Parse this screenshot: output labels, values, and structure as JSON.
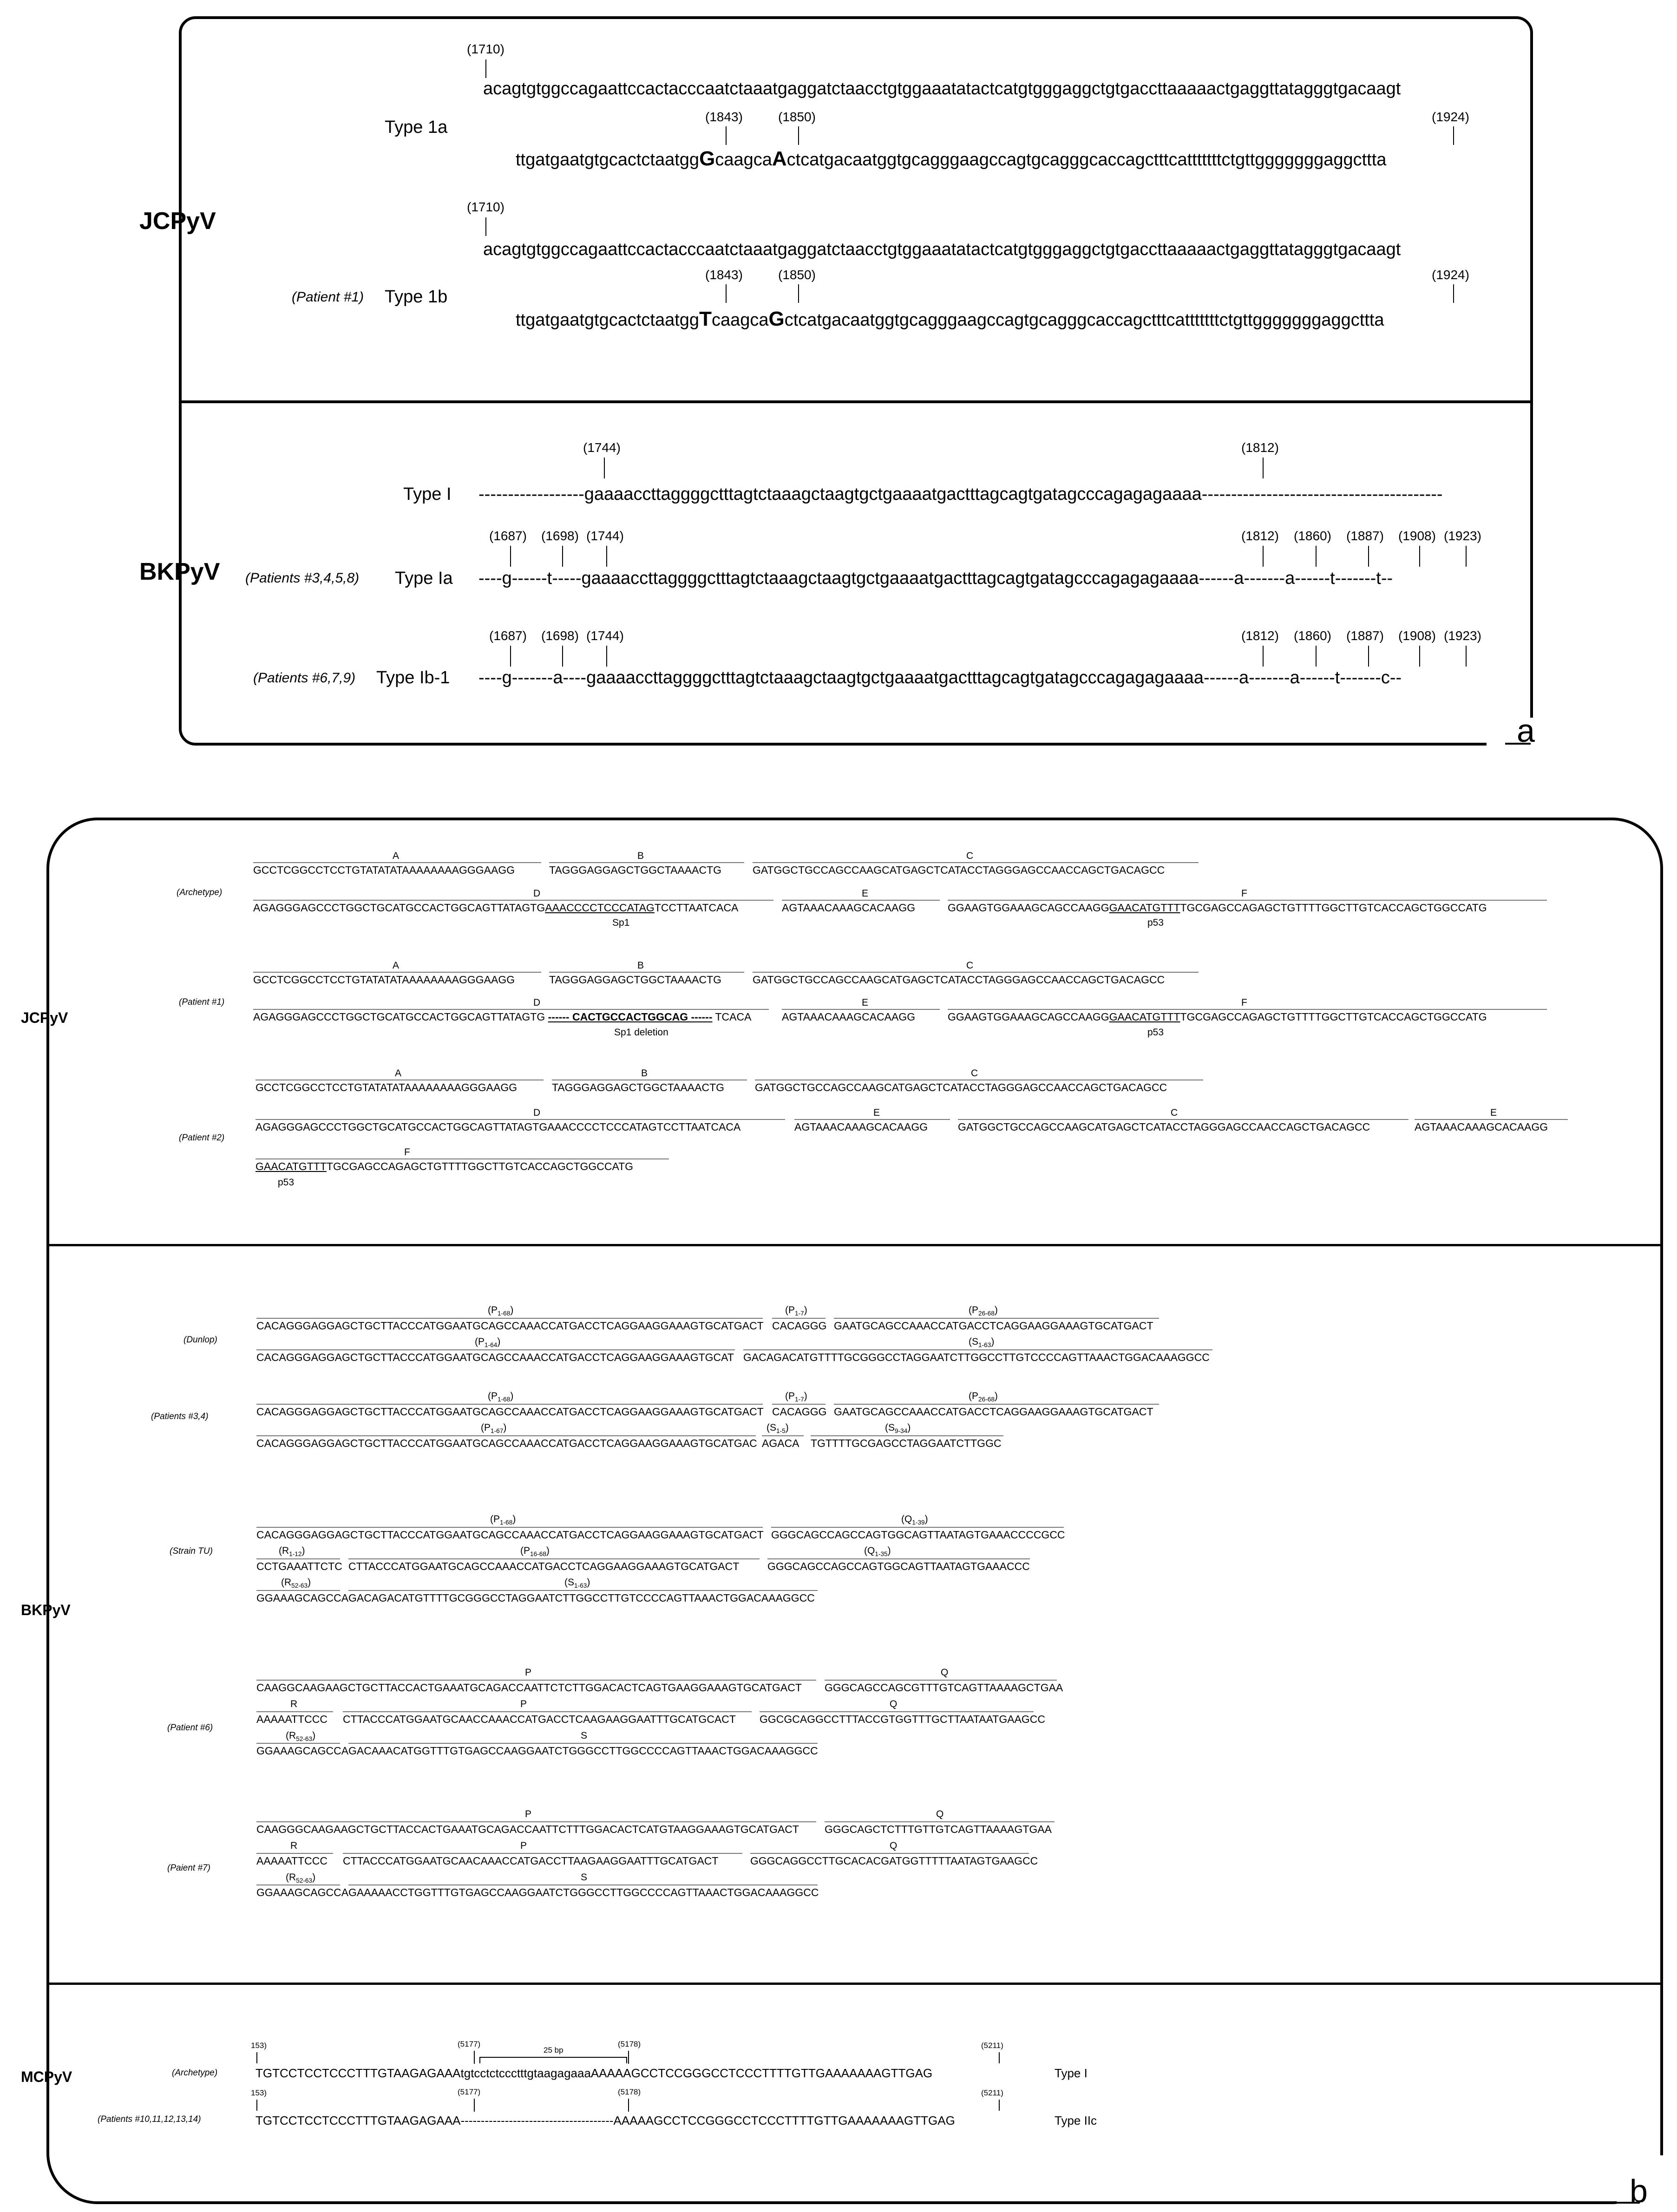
{
  "panel_a": {
    "label": "a",
    "jc": {
      "virus": "JCPyV",
      "type1a": {
        "label": "Type 1a",
        "pos_start": "(1710)",
        "seq1": "acagtgtggccagaattccactacccaatctaaatgaggatctaacctgtggaaatatactcatgtgggaggctgtgaccttaaaaactgaggttatagggtgacaagt",
        "pos1843": "(1843)",
        "pos1850": "(1850)",
        "pos1924": "(1924)",
        "seq2_a": "ttgatgaatgtgcactctaatgg",
        "seq2_b": "G",
        "seq2_c": "caagca",
        "seq2_d": "A",
        "seq2_e": "ctcatgacaatggtgcagggaagccagtgcagggcaccagctttcatttttttctgttgggggggaggcttta"
      },
      "type1b": {
        "patient": "(Patient #1)",
        "label": "Type 1b",
        "pos_start": "(1710)",
        "seq1": "acagtgtggccagaattccactacccaatctaaatgaggatctaacctgtggaaatatactcatgtgggaggctgtgaccttaaaaactgaggttatagggtgacaagt",
        "pos1843": "(1843)",
        "pos1850": "(1850)",
        "pos1924": "(1924)",
        "seq2_a": "ttgatgaatgtgcactctaatgg",
        "seq2_b": "T",
        "seq2_c": "caagca",
        "seq2_d": "G",
        "seq2_e": "ctcatgacaatggtgcagggaagccagtgcagggcaccagctttcatttttttctgttgggggggaggcttta"
      }
    },
    "bk": {
      "virus": "BKPyV",
      "typeI": {
        "label": "Type I",
        "pos1744": "(1744)",
        "pos1812": "(1812)",
        "seq": "------------------gaaaaccttaggggctttagtctaaagctaagtgctgaaaatgactttagcagtgatagcccagagagaaaa-----------------------------------------"
      },
      "typeIa": {
        "patient": "(Patients #3,4,5,8)",
        "label": "Type Ia",
        "positions": [
          "(1687)",
          "(1698)",
          "(1744)",
          "(1812)",
          "(1860)",
          "(1887)",
          "(1908)",
          "(1923)"
        ],
        "seq": "----g------t-----gaaaaccttaggggctttagtctaaagctaagtgctgaaaatgactttagcagtgatagcccagagagaaaa------a-------a------t-------t--"
      },
      "typeIb1": {
        "patient": "(Patients #6,7,9)",
        "label": "Type Ib-1",
        "positions": [
          "(1687)",
          "(1698)",
          "(1744)",
          "(1812)",
          "(1860)",
          "(1887)",
          "(1908)",
          "(1923)"
        ],
        "seq": "----g-------a----gaaaaccttaggggctttagtctaaagctaagtgctgaaaatgactttagcagtgatagcccagagagaaaa------a-------a------t-------c--"
      }
    }
  },
  "panel_b": {
    "label": "b",
    "jc": {
      "virus": "JCPyV",
      "archetype": {
        "label": "(Archetype)",
        "seg_a": "A",
        "seq_a": "GCCTCGGCCTCCTGTATATATAAAAAAAAGGGAAGG",
        "seg_b": "B",
        "seq_b": "TAGGGAGGAGCTGGCTAAAACTG",
        "seg_c": "C",
        "seq_c": "GATGGCTGCCAGCCAAGCATGAGCTCATACCTAGGGAGCCAACCAGCTGACAGCC",
        "seg_d": "D",
        "seq_d1": "AGAGGGAGCCCTGGCTGCATGCCACTGGCAGTTATAGTG",
        "seq_d2": "AAACCCCTCCCATAG",
        "seq_d3": "TCCTTAATCACA",
        "sp1": "Sp1",
        "seg_e": "E",
        "seq_e": "AGTAAACAAAGCACAAGG",
        "seg_f": "F",
        "seq_f1": "GGAAGTGGAAAGCAGCCAAGG",
        "seq_f2": "GAACATGTTT",
        "seq_f3": "TGCGAGCCAGAGCTGTTTTGGCTTGTCACCAGCTGGCCATG",
        "p53": "p53"
      },
      "patient1": {
        "label": "(Patient #1)",
        "seg_a": "A",
        "seq_a": "GCCTCGGCCTCCTGTATATATAAAAAAAAGGGAAGG",
        "seg_b": "B",
        "seq_b": "TAGGGAGGAGCTGGCTAAAACTG",
        "seg_c": "C",
        "seq_c": "GATGGCTGCCAGCCAAGCATGAGCTCATACCTAGGGAGCCAACCAGCTGACAGCC",
        "seg_d": "D",
        "seq_d1": "AGAGGGAGCCCTGGCTGCATGCCACTGGCAGTTATAGTG",
        "seq_d2": "------ CACTGCCACTGGCAG ------",
        "seq_d3": "TCACA",
        "sp1": "Sp1 deletion",
        "seg_e": "E",
        "seq_e": "AGTAAACAAAGCACAAGG",
        "seg_f": "F",
        "seq_f1": "GGAAGTGGAAAGCAGCCAAGG",
        "seq_f2": "GAACATGTTT",
        "seq_f3": "TGCGAGCCAGAGCTGTTTTGGCTTGTCACCAGCTGGCCATG",
        "p53": "p53"
      },
      "patient2": {
        "label": "(Patient #2)",
        "seg_a": "A",
        "seq_a": "GCCTCGGCCTCCTGTATATATAAAAAAAAGGGAAGG",
        "seg_b": "B",
        "seq_b": "TAGGGAGGAGCTGGCTAAAACTG",
        "seg_c": "C",
        "seq_c": "GATGGCTGCCAGCCAAGCATGAGCTCATACCTAGGGAGCCAACCAGCTGACAGCC",
        "seg_d": "D",
        "seq_d": "AGAGGGAGCCCTGGCTGCATGCCACTGGCAGTTATAGTGAAACCCCTCCCATAGTCCTTAATCACA",
        "seg_e": "E",
        "seq_e": "AGTAAACAAAGCACAAGG",
        "seg_c2": "C",
        "seq_c2": "GATGGCTGCCAGCCAAGCATGAGCTCATACCTAGGGAGCCAACCAGCTGACAGCC",
        "seg_e2": "E",
        "seq_e2": "AGTAAACAAAGCACAAGG",
        "seg_f": "F",
        "seq_f1": "GAACATGTTT",
        "seq_f2": "TGCGAGCCAGAGCTGTTTTGGCTTGTCACCAGCTGGCCATG",
        "p53": "p53"
      }
    },
    "bk": {
      "virus": "BKPyV",
      "dunlop": {
        "label": "(Dunlop)",
        "r1": [
          {
            "seg": "P",
            "sub": "1-68",
            "seq": "CACAGGGAGGAGCTGCTTACCCATGGAATGCAGCCAAACCATGACCTCAGGAAGGAAAGTGCATGACT"
          },
          {
            "seg": "P",
            "sub": "1-7",
            "seq": "CACAGGG"
          },
          {
            "seg": "P",
            "sub": "26-68",
            "seq": "GAATGCAGCCAAACCATGACCTCAGGAAGGAAAGTGCATGACT"
          }
        ],
        "r2": [
          {
            "seg": "P",
            "sub": "1-64",
            "seq": "CACAGGGAGGAGCTGCTTACCCATGGAATGCAGCCAAACCATGACCTCAGGAAGGAAAGTGCAT"
          },
          {
            "seg": "S",
            "sub": "1-63",
            "seq": "GACAGACATGTTTTGCGGGCCTAGGAATCTTGGCCTTGTCCCCAGTTAAACTGGACAAAGGCC"
          }
        ]
      },
      "patients34": {
        "label": "(Patients #3,4)",
        "r1": [
          {
            "seg": "P",
            "sub": "1-68",
            "seq": "CACAGGGAGGAGCTGCTTACCCATGGAATGCAGCCAAACCATGACCTCAGGAAGGAAAGTGCATGACT"
          },
          {
            "seg": "P",
            "sub": "1-7",
            "seq": "CACAGGG"
          },
          {
            "seg": "P",
            "sub": "26-68",
            "seq": "GAATGCAGCCAAACCATGACCTCAGGAAGGAAAGTGCATGACT"
          }
        ],
        "r2": [
          {
            "seg": "P",
            "sub": "1-67",
            "seq": "CACAGGGAGGAGCTGCTTACCCATGGAATGCAGCCAAACCATGACCTCAGGAAGGAAAGTGCATGAC"
          },
          {
            "seg": "S",
            "sub": "1-5",
            "seq": "AGACA"
          },
          {
            "seg": "S",
            "sub": "9-34",
            "seq": "TGTTTTGCGAGCCTAGGAATCTTGGC"
          }
        ]
      },
      "straintu": {
        "label": "(Strain TU)",
        "r1": [
          {
            "seg": "P",
            "sub": "1-68",
            "seq": "CACAGGGAGGAGCTGCTTACCCATGGAATGCAGCCAAACCATGACCTCAGGAAGGAAAGTGCATGACT"
          },
          {
            "seg": "Q",
            "sub": "1-39",
            "seq": "GGGCAGCCAGCCAGTGGCAGTTAATAGTGAAACCCCGCC"
          }
        ],
        "r2": [
          {
            "seg": "R",
            "sub": "1-12",
            "seq": "CCTGAAATTCTC"
          },
          {
            "seg": "P",
            "sub": "16-68",
            "seq": "CTTACCCATGGAATGCAGCCAAACCATGACCTCAGGAAGGAAAGTGCATGACT"
          },
          {
            "seg": "Q",
            "sub": "1-35",
            "seq": "GGGCAGCCAGCCAGTGGCAGTTAATAGTGAAACCC"
          }
        ],
        "r3": [
          {
            "seg": "R",
            "sub": "52-63",
            "seq": "GGAAAGCAGCCA"
          },
          {
            "seg": "S",
            "sub": "1-63",
            "seq": "GACAGACATGTTTTGCGGGCCTAGGAATCTTGGCCTTGTCCCCAGTTAAACTGGACAAAGGCC"
          }
        ]
      },
      "patient6": {
        "label": "(Patient #6)",
        "seg_p1": "P",
        "seq_p1": "CAAGGCAAGAAGCTGCTTACCACTGAAATGCAGACCAATTCTCTTGGACACTCAGTGAAGGAAAGTGCATGACT",
        "seg_q1": "Q",
        "seq_q1": "GGGCAGCCAGCGTTTGTCAGTTAAAAGCTGAA",
        "seg_r1": "R",
        "seq_r1": "AAAAATTCCC",
        "seg_p2": "P",
        "seq_p2": "CTTACCCATGGAATGCAACCAAACCATGACCTCAAGAAGGAATTTGCATGCACT",
        "seg_q2": "Q",
        "seq_q2": "GGCGCAGGCCTTTACCGTGGTTTGCTTAATAATGAAGCC",
        "seg_r2": "R",
        "sub_r2": "52-63",
        "seq_r2": "GGAAAGCAGCCA",
        "seg_s": "S",
        "seq_s": "GACAAACATGGTTTGTGAGCCAAGGAATCTGGGCCTTGGCCCCAGTTAAACTGGACAAAGGCC"
      },
      "patient7": {
        "label": "(Paient #7)",
        "seg_p1": "P",
        "seq_p1": "CAAGGGCAAGAAGCTGCTTACCACTGAAATGCAGACCAATTCTTTGGACACTCATGTAAGGAAAGTGCATGACT",
        "seg_q1": "Q",
        "seq_q1": "GGGCAGCTCTTTGTTGTCAGTTAAAAGTGAA",
        "seg_r1": "R",
        "seq_r1": "AAAAATTCCC",
        "seg_p2": "P",
        "seq_p2": "CTTACCCATGGAATGCAACAAACCATGACCTTAAGAAGGAATTTGCATGACT",
        "seg_q2": "Q",
        "seq_q2": "GGGCAGGCCTTGCACACGATGGTTTTTAATAGTGAAGCC",
        "seg_r2": "R",
        "sub_r2": "52-63",
        "seq_r2": "GGAAAGCAGCCA",
        "seg_s": "S",
        "seq_s": "GAAAAACCTGGTTTGTGAGCCAAGGAATCTGGGCCTTGGCCCCAGTTAAACTGGACAAAGGCC"
      }
    },
    "mc": {
      "virus": "MCPyV",
      "archetype": {
        "label": "(Archetype)",
        "pos_start": "153)",
        "pos5177": "(5177)",
        "pos5178": "(5178)",
        "pos5211": "(5211)",
        "bp": "25 bp",
        "seq1": "TGTCCTCCTCCCTTTGTAAGAGAAA",
        "seq2": "tgtcctctccctttgtaagagaaa",
        "seq3": "AAAAAGCCTCCGGGCCTCCCTTTTGTTGAAAAAAAGTTGAG",
        "type": "Type I"
      },
      "patients": {
        "label": "(Patients #10,11,12,13,14)",
        "pos_start": "153)",
        "pos5177": "(5177)",
        "pos5178": "(5178)",
        "pos5211": "(5211)",
        "seq1": "TGTCCTCCTCCCTTTGTAAGAGAAA",
        "seq2": "--------------------------------------",
        "seq3": "AAAAAGCCTCCGGGCCTCCCTTTTGTTGAAAAAAAGTTGAG",
        "type": "Type IIc"
      }
    }
  }
}
